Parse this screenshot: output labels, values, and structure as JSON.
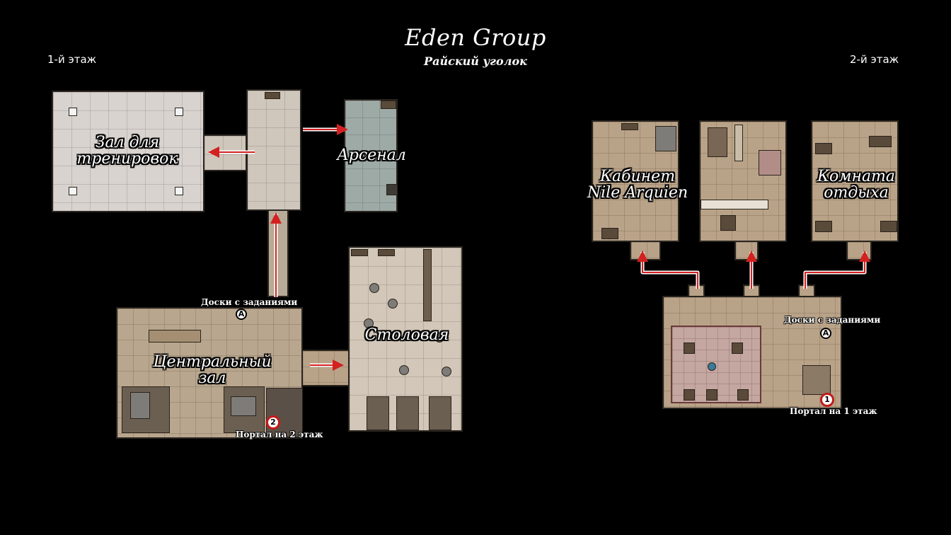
{
  "header": {
    "title": "Eden Group",
    "subtitle": "Райский уголок"
  },
  "floors": {
    "first": "1-й этаж",
    "second": "2-й этаж"
  },
  "rooms": {
    "training": [
      "Зал для",
      "тренировок"
    ],
    "arsenal": "Арсенал",
    "central": [
      "Центральный",
      "зал"
    ],
    "dining": "Столовая",
    "office": [
      "Кабинет",
      "Nile Arquien"
    ],
    "rest": [
      "Комната",
      "отдыха"
    ]
  },
  "labels": {
    "quest_board_1": "Доски с заданиями",
    "portal_1": "Портал на 2 этаж",
    "quest_board_2": "Доски с заданиями",
    "portal_2": "Портал на 1 этаж"
  },
  "markers": {
    "board": "A",
    "portal_to_2": "2",
    "portal_to_1": "1"
  },
  "colors": {
    "arrow": "#d42020",
    "background": "#000000"
  }
}
